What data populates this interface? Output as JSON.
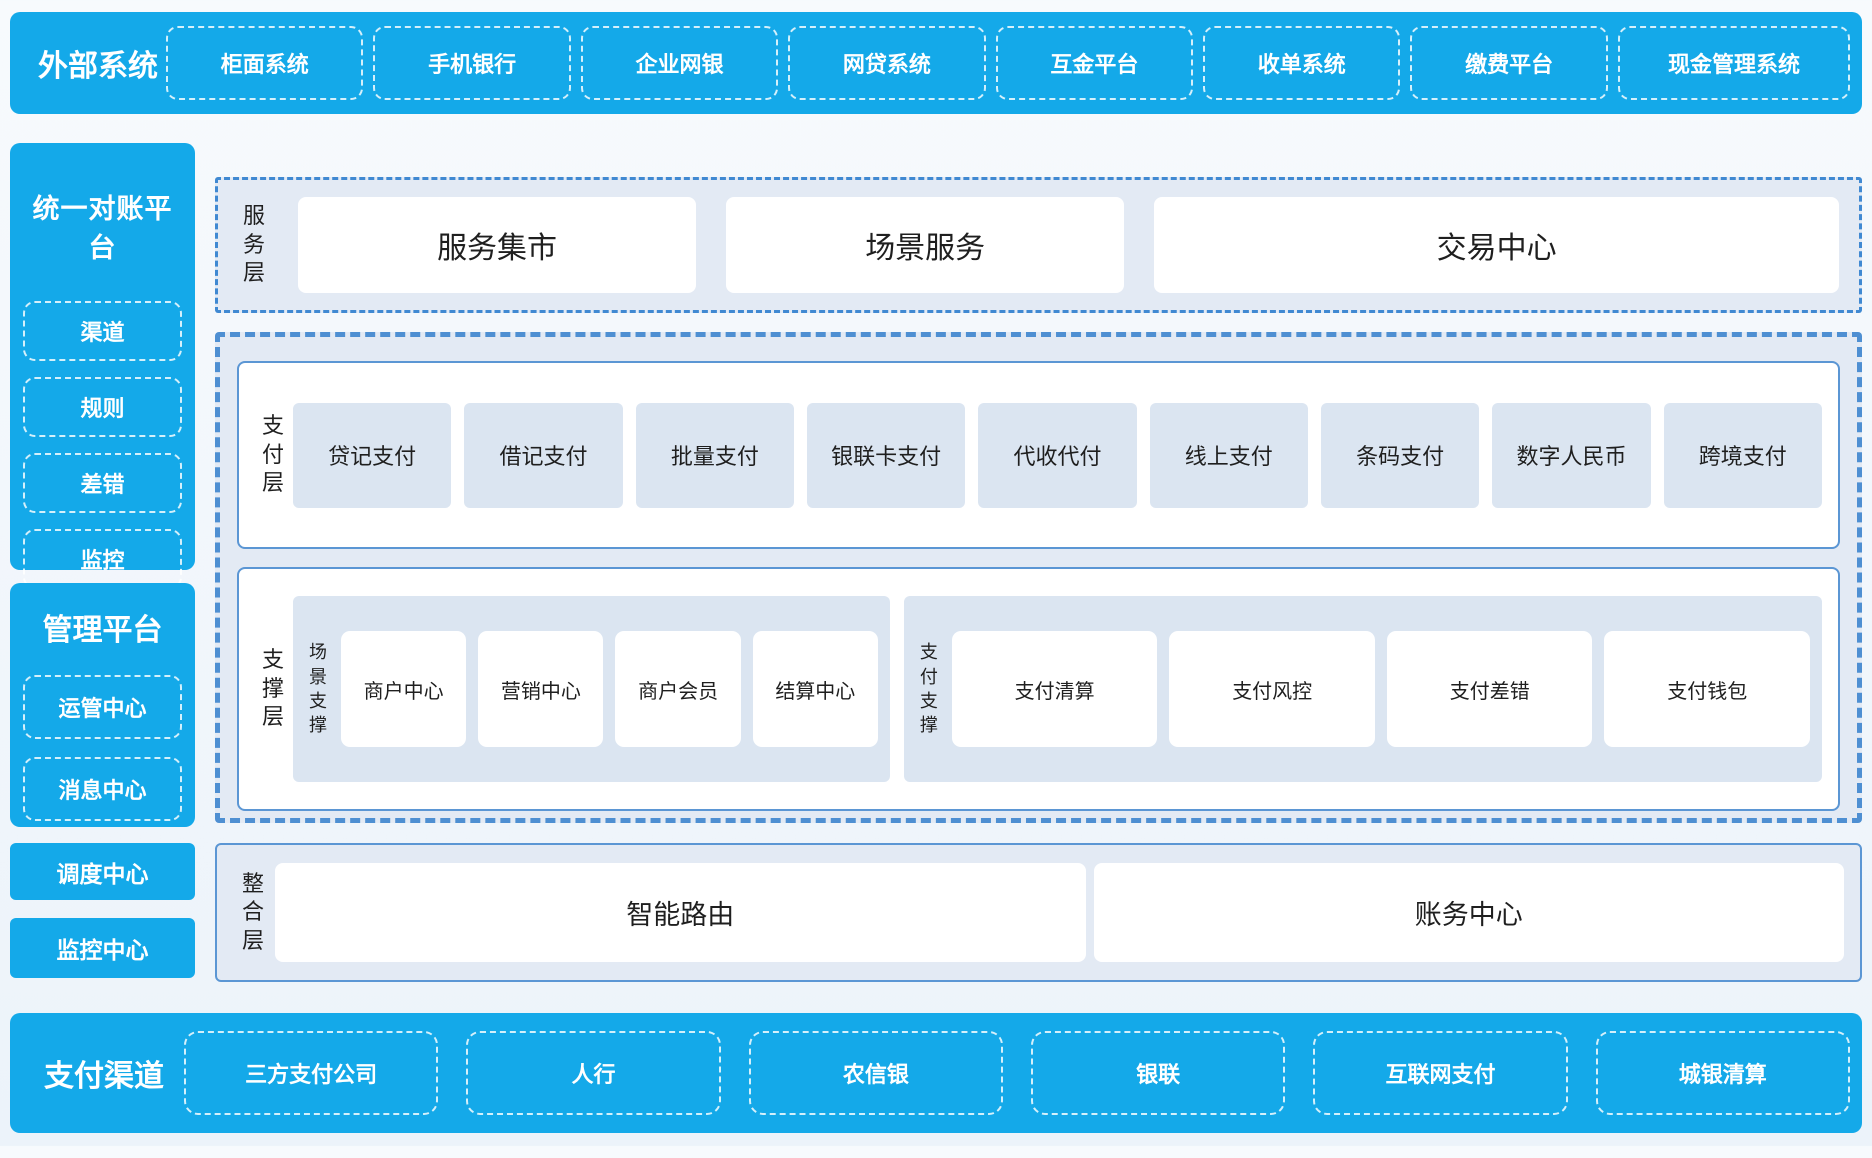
{
  "colors": {
    "brand_blue": "#14A9E9",
    "panel_bg": "#E3EAF4",
    "item_bg": "#DBE5F1",
    "solid_border": "#5B96D4",
    "dashed_border": "#4E8FD2",
    "text_dark": "#1F1F1F",
    "text_white": "#FFFFFF"
  },
  "top_band": {
    "label": "外部系统",
    "items": [
      "柜面系统",
      "手机银行",
      "企业网银",
      "网贷系统",
      "互金平台",
      "收单系统",
      "缴费平台",
      "现金管理系统"
    ]
  },
  "sidebar": {
    "recon_platform": {
      "title": "统一对账平台",
      "items": [
        "渠道",
        "规则",
        "差错",
        "监控"
      ]
    },
    "mgmt_platform": {
      "title": "管理平台",
      "items": [
        "运管中心",
        "消息中心"
      ]
    },
    "standalone": [
      "调度中心",
      "监控中心"
    ]
  },
  "main": {
    "service_layer": {
      "label": "服务层",
      "items": [
        "服务集市",
        "场景服务",
        "交易中心"
      ]
    },
    "payment_layer": {
      "label": "支付层",
      "items": [
        "贷记支付",
        "借记支付",
        "批量支付",
        "银联卡支付",
        "代收代付",
        "线上支付",
        "条码支付",
        "数字人民币",
        "跨境支付"
      ]
    },
    "support_layer": {
      "label": "支撑层",
      "groups": [
        {
          "label": "场景支撑",
          "items": [
            "商户中心",
            "营销中心",
            "商户会员",
            "结算中心"
          ]
        },
        {
          "label": "支付支撑",
          "items": [
            "支付清算",
            "支付风控",
            "支付差错",
            "支付钱包"
          ]
        }
      ]
    },
    "integration_layer": {
      "label": "整合层",
      "items": [
        "智能路由",
        "账务中心"
      ]
    }
  },
  "bottom_band": {
    "label": "支付渠道",
    "items": [
      "三方支付公司",
      "人行",
      "农信银",
      "银联",
      "互联网支付",
      "城银清算"
    ]
  }
}
